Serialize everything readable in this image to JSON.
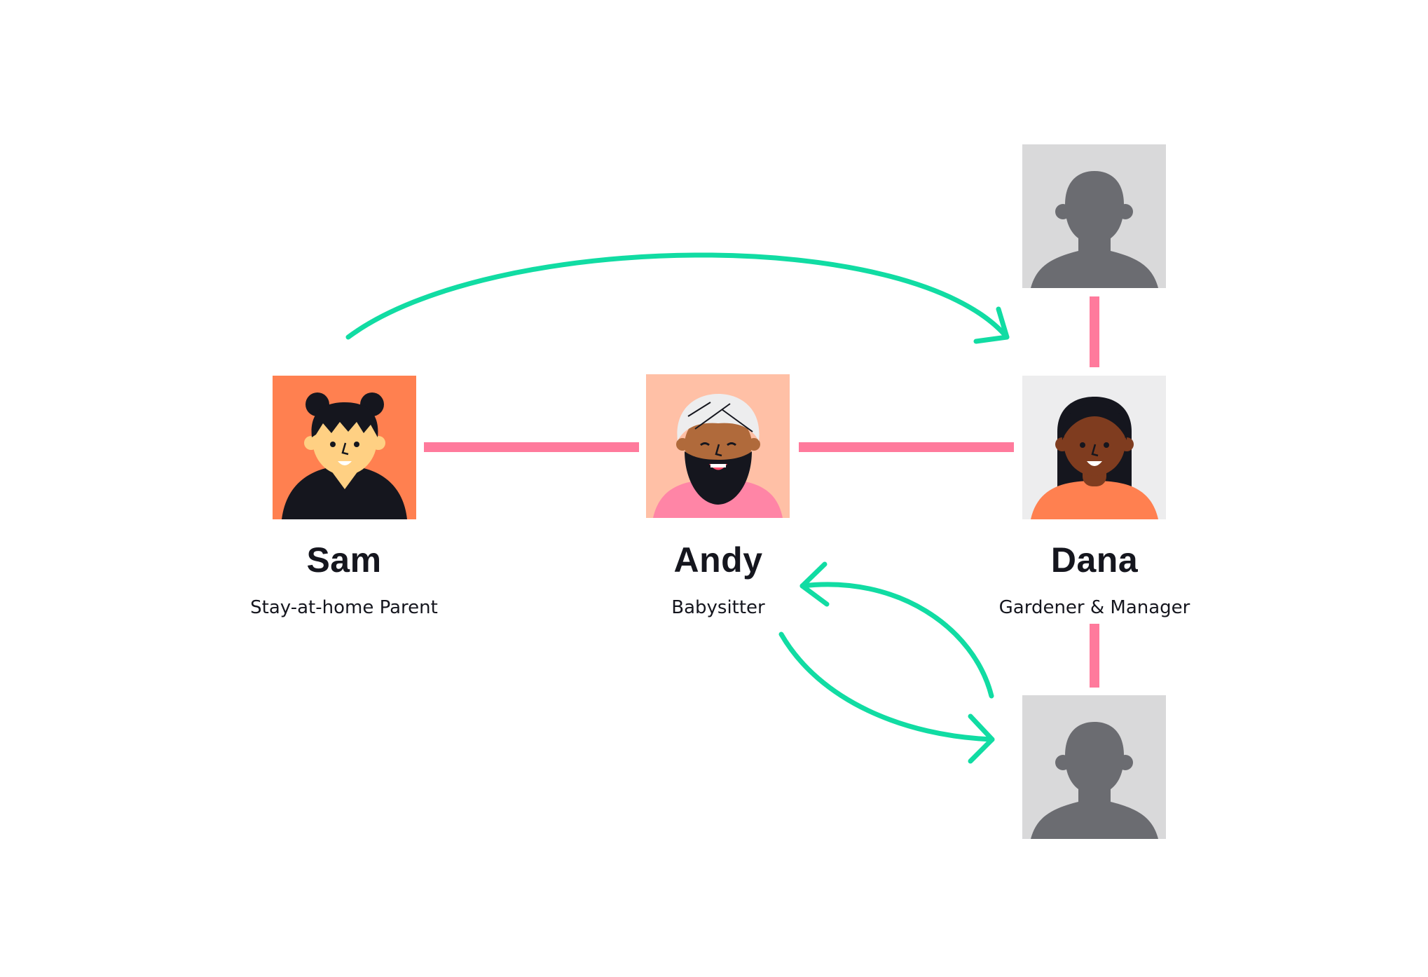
{
  "people": [
    {
      "id": "sam",
      "name": "Sam",
      "role": "Stay-at-home Parent",
      "avatar_bg": "#FF8050",
      "skin": "#FFD083",
      "hair": "#15161E",
      "top": "#15161E"
    },
    {
      "id": "andy",
      "name": "Andy",
      "role": "Babysitter",
      "avatar_bg": "#FFC0A6",
      "skin": "#B06A3B",
      "hair": "#15161E",
      "top": "#FF85A6",
      "turban": "#EDEDEE"
    },
    {
      "id": "dana",
      "name": "Dana",
      "role": "Gardener & Manager",
      "avatar_bg": "#EDEDEE",
      "skin": "#7F3C1F",
      "hair": "#15161E",
      "top": "#FF8050"
    },
    {
      "id": "unknown-top",
      "name": "",
      "role": "",
      "avatar_bg": "#D9D9DA",
      "silhouette": "#6B6C71"
    },
    {
      "id": "unknown-bottom",
      "name": "",
      "role": "",
      "avatar_bg": "#D9D9DA",
      "silhouette": "#6B6C71"
    }
  ],
  "connections": [
    {
      "from": "sam",
      "to": "andy",
      "style": "line"
    },
    {
      "from": "andy",
      "to": "dana",
      "style": "line"
    },
    {
      "from": "unknown-top",
      "to": "dana",
      "style": "line"
    },
    {
      "from": "dana",
      "to": "unknown-bottom",
      "style": "line"
    },
    {
      "from": "sam",
      "to": "unknown-top",
      "style": "arrow"
    },
    {
      "from": "andy",
      "to": "unknown-bottom",
      "style": "arrow"
    },
    {
      "from": "unknown-bottom",
      "to": "andy",
      "style": "arrow"
    }
  ],
  "colors": {
    "line": "#FF7A9C",
    "arrow": "#11DCA3",
    "text": "#15161E"
  }
}
